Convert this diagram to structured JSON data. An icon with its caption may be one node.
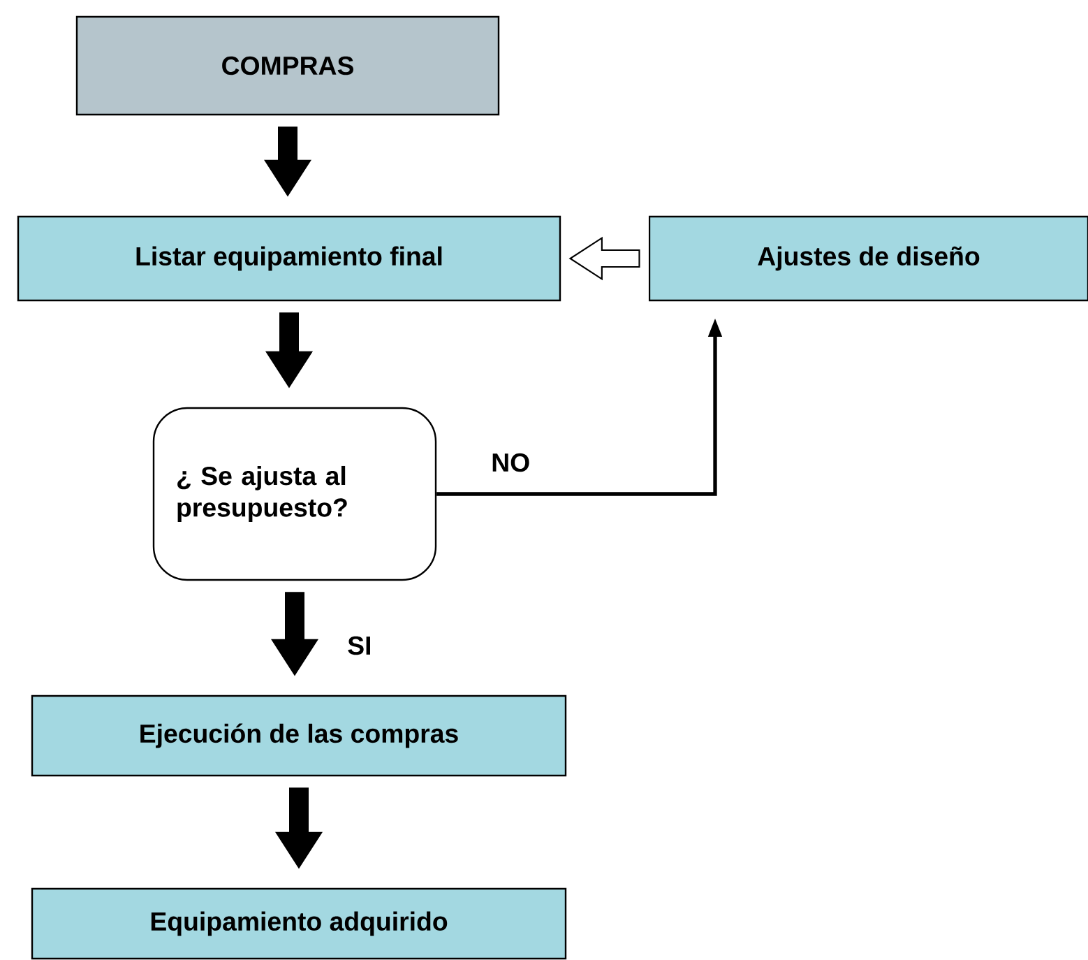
{
  "diagram": {
    "nodes": [
      {
        "text": [
          "COMPRAS"
        ]
      },
      {
        "text": [
          "Listar equipamiento final"
        ]
      },
      {
        "text": [
          "Ajustes de diseño"
        ]
      },
      {
        "text": [
          "¿ Se ajusta al presupuesto?"
        ]
      },
      {
        "text": [
          "Ejecución de las compras"
        ]
      },
      {
        "text": [
          "Equipamiento adquirido"
        ]
      }
    ],
    "edges": [
      {
        "from": 0,
        "to": 1,
        "arrow": "to"
      },
      {
        "from": 1,
        "to": 3,
        "arrow": "to"
      },
      {
        "from": 3,
        "to": 2,
        "arrow": "to",
        "label": "NO"
      },
      {
        "from": 2,
        "to": 1,
        "arrow": "to",
        "color": "#ffffff"
      },
      {
        "from": 3,
        "to": 4,
        "arrow": "to",
        "label": "SI"
      },
      {
        "from": 4,
        "to": 5,
        "arrow": "to"
      }
    ]
  }
}
